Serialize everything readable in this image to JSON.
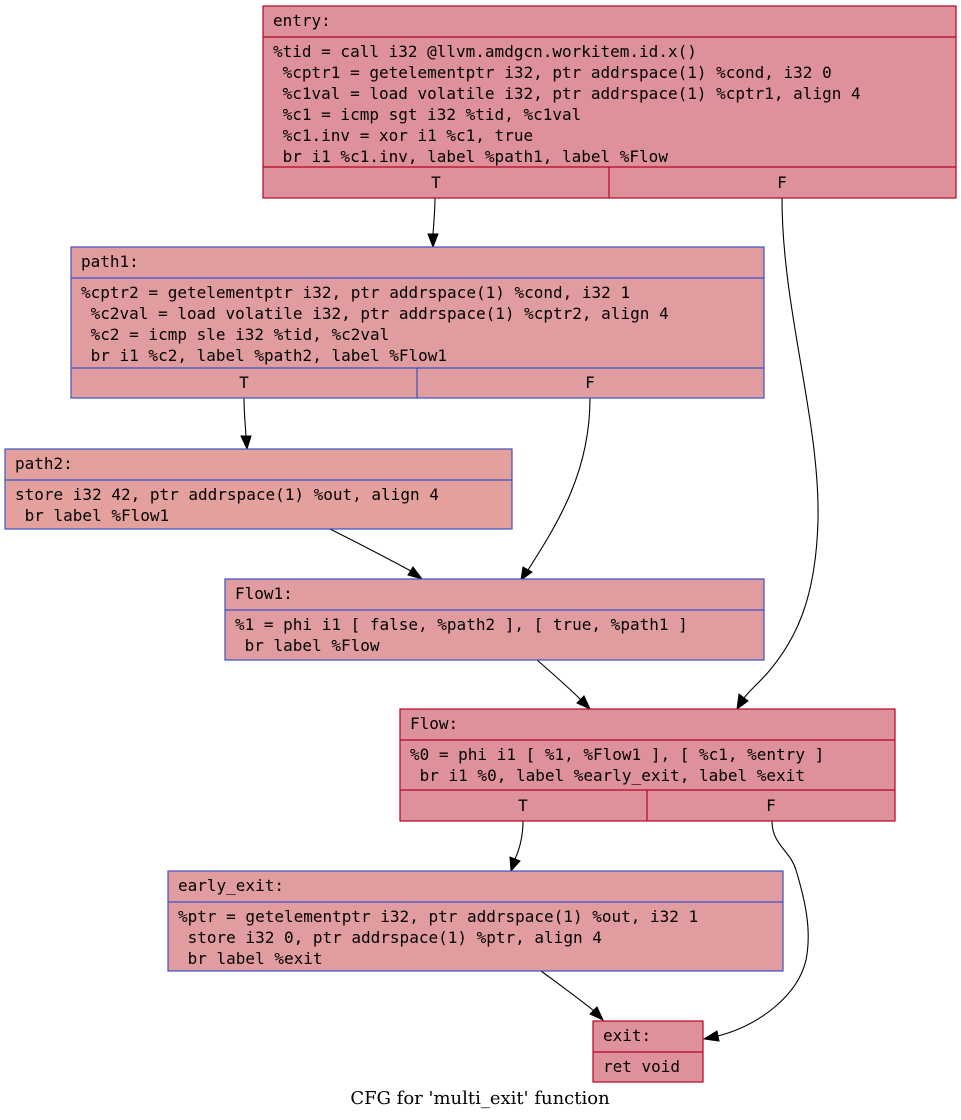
{
  "caption": "CFG for 'multi_exit' function",
  "colors": {
    "fill_warm": "#de919b",
    "fill_light": "#e09c9f",
    "fill_lighter": "#e3a09d",
    "border_red": "#b40426",
    "border_blue": "#3d50c3",
    "edge": "#000000"
  },
  "blocks": {
    "entry": {
      "title": "entry:",
      "lines": [
        "%tid = call i32 @llvm.amdgcn.workitem.id.x()",
        " %cptr1 = getelementptr i32, ptr addrspace(1) %cond, i32 0",
        " %c1val = load volatile i32, ptr addrspace(1) %cptr1, align 4",
        " %c1 = icmp sgt i32 %tid, %c1val",
        " %c1.inv = xor i1 %c1, true",
        " br i1 %c1.inv, label %path1, label %Flow"
      ],
      "branch_true": "T",
      "branch_false": "F"
    },
    "path1": {
      "title": "path1:",
      "lines": [
        "%cptr2 = getelementptr i32, ptr addrspace(1) %cond, i32 1",
        " %c2val = load volatile i32, ptr addrspace(1) %cptr2, align 4",
        " %c2 = icmp sle i32 %tid, %c2val",
        " br i1 %c2, label %path2, label %Flow1"
      ],
      "branch_true": "T",
      "branch_false": "F"
    },
    "path2": {
      "title": "path2:",
      "lines": [
        "store i32 42, ptr addrspace(1) %out, align 4",
        " br label %Flow1"
      ]
    },
    "flow1": {
      "title": "Flow1:",
      "lines": [
        "%1 = phi i1 [ false, %path2 ], [ true, %path1 ]",
        " br label %Flow"
      ]
    },
    "flow": {
      "title": "Flow:",
      "lines": [
        "%0 = phi i1 [ %1, %Flow1 ], [ %c1, %entry ]",
        " br i1 %0, label %early_exit, label %exit"
      ],
      "branch_true": "T",
      "branch_false": "F"
    },
    "early_exit": {
      "title": "early_exit:",
      "lines": [
        "%ptr = getelementptr i32, ptr addrspace(1) %out, i32 1",
        " store i32 0, ptr addrspace(1) %ptr, align 4",
        " br label %exit"
      ]
    },
    "exit": {
      "title": "exit:",
      "lines": [
        "ret void"
      ]
    }
  }
}
